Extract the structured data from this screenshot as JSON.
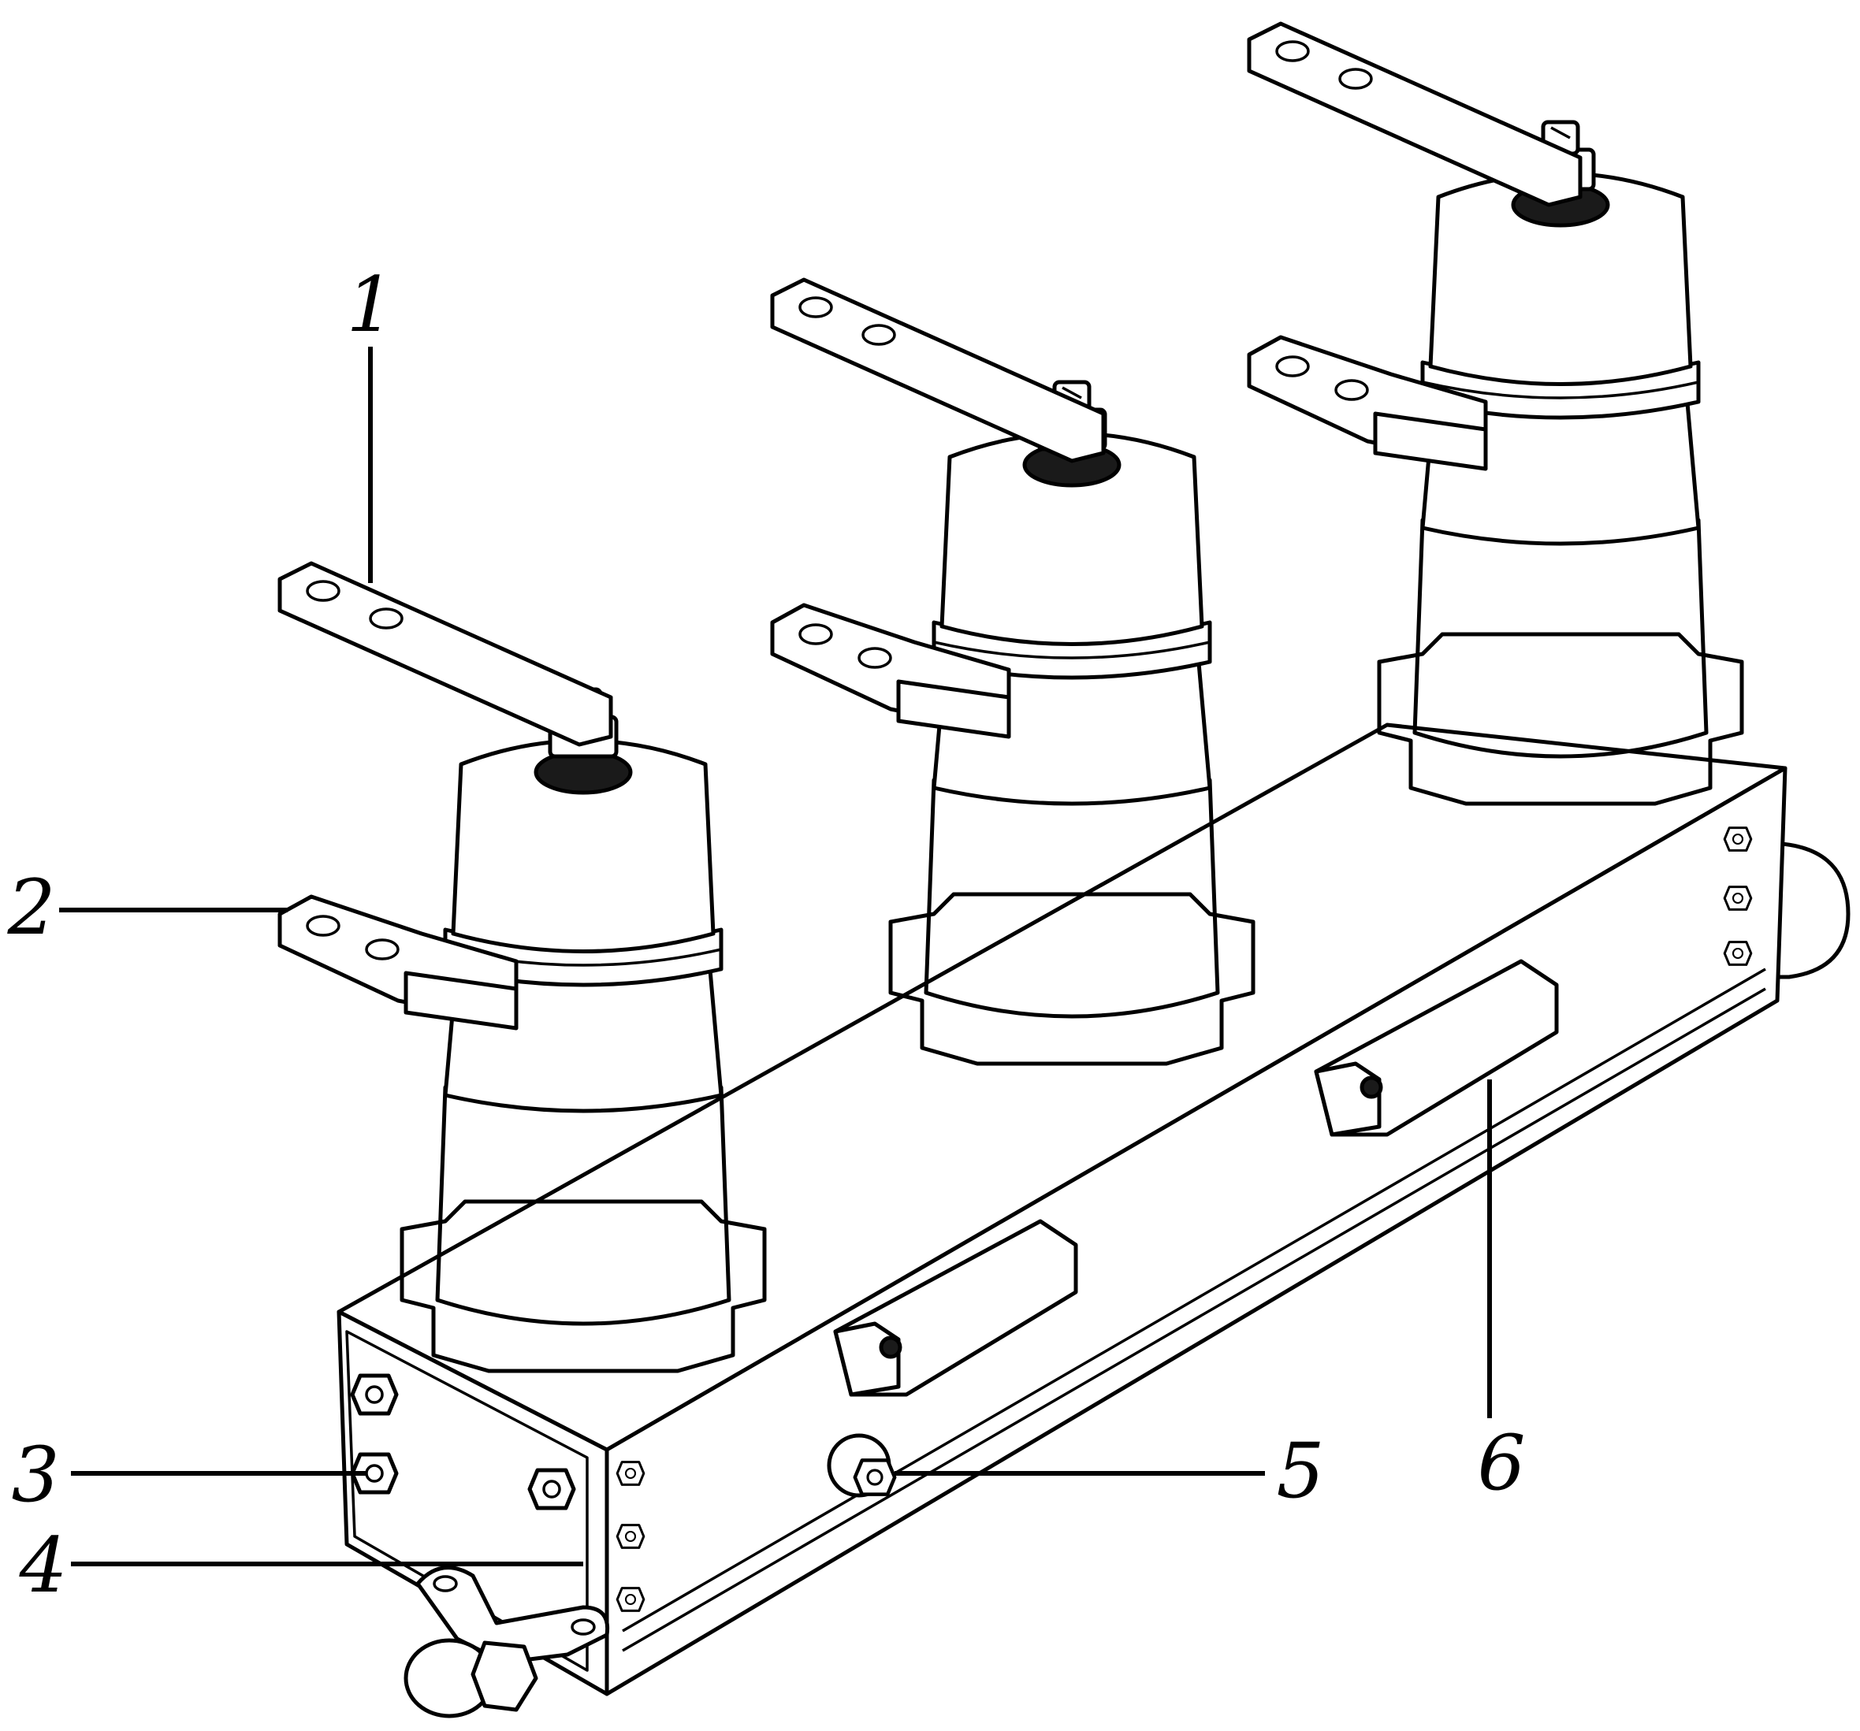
{
  "callouts": [
    {
      "number": "1",
      "part": "upper-terminal"
    },
    {
      "number": "2",
      "part": "lower-terminal"
    },
    {
      "number": "3",
      "part": "end-plate-bolt"
    },
    {
      "number": "4",
      "part": "grounding-lug"
    },
    {
      "number": "5",
      "part": "side-bolt"
    },
    {
      "number": "6",
      "part": "mounting-bracket"
    }
  ],
  "colors": {
    "line": "#000000",
    "fill": "#ffffff",
    "shade": "#1a1a1a"
  },
  "pole_count": 3
}
